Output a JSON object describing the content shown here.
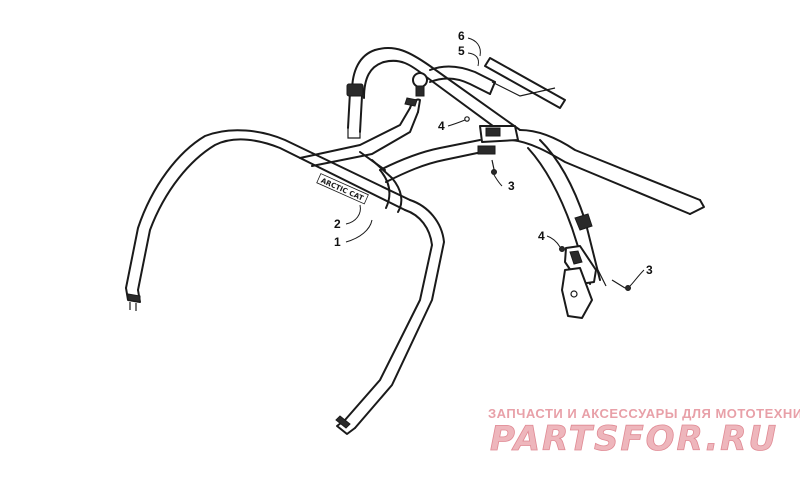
{
  "diagram": {
    "callouts": {
      "c1": "1",
      "c2": "2",
      "c3a": "3",
      "c3b": "3",
      "c4a": "4",
      "c4b": "4",
      "c5": "5",
      "c6": "6"
    },
    "decal_text": "ARCTIC CAT"
  },
  "watermark": {
    "tagline": "ЗАПЧАСТИ И АКСЕССУАРЫ ДЛЯ МОТОТЕХНИКИ",
    "brand": "PARTSFOR.RU",
    "color": "#e8a0a8"
  }
}
